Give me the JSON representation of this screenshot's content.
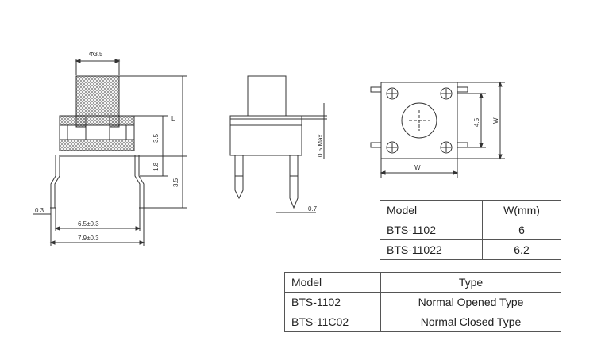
{
  "side_view": {
    "dims": {
      "cap_diameter": "Φ3.5",
      "overall_height": "L",
      "body_height": "3.5",
      "base_height": "1.8",
      "pin_length": "3.5",
      "pin_offset": "0.3",
      "inner_pitch": "6.5±0.3",
      "outer_pitch": "7.9±0.3"
    }
  },
  "front_view": {
    "dims": {
      "gap_max": "0.5 Max",
      "pin_width": "0.7"
    }
  },
  "top_view": {
    "dims": {
      "inner_size": "4.5",
      "side_width": "W",
      "bottom_width": "W"
    }
  },
  "table1": {
    "headers": [
      "Model",
      "W(mm)"
    ],
    "rows": [
      [
        "BTS-1102",
        "6"
      ],
      [
        "BTS-11022",
        "6.2"
      ]
    ]
  },
  "table2": {
    "headers": [
      "Model",
      "Type"
    ],
    "rows": [
      [
        "BTS-1102",
        "Normal Opened Type"
      ],
      [
        "BTS-11C02",
        "Normal Closed Type"
      ]
    ]
  }
}
